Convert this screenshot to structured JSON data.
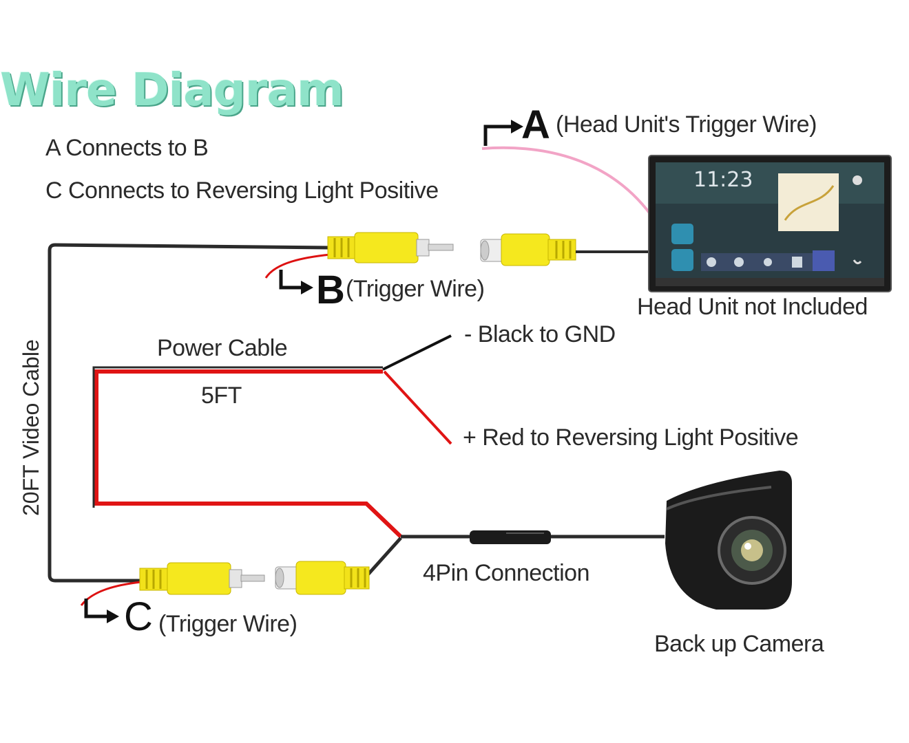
{
  "title": "Wire Diagram",
  "notes": [
    "A Connects to B",
    "C Connects to Reversing Light Positive"
  ],
  "labels": {
    "a_letter": "A",
    "a_text": "(Head Unit's Trigger Wire)",
    "b_letter": "B",
    "b_text": "(Trigger Wire)",
    "c_letter": "C",
    "c_text": "(Trigger Wire)",
    "video_cable": "20FT Video Cable",
    "power_cable": "Power Cable",
    "power_length": "5FT",
    "black_gnd": "- Black to GND",
    "red_positive": "+ Red to Reversing Light Positive",
    "four_pin": "4Pin Connection",
    "head_unit": "Head Unit not Included",
    "camera": "Back up Camera"
  },
  "head_unit_screen": {
    "time": "11:23"
  },
  "colors": {
    "title": "#8fe3c9",
    "wire_black": "#2b2b2b",
    "wire_red": "#e01414",
    "wire_pink": "#f2a4c6",
    "connector_yellow": "#f2e21a"
  },
  "icons": [
    "arrow-a-icon",
    "arrow-b-icon",
    "arrow-c-icon",
    "rca-plug-icon",
    "rca-jack-icon",
    "head-unit-image",
    "backup-camera-image"
  ]
}
